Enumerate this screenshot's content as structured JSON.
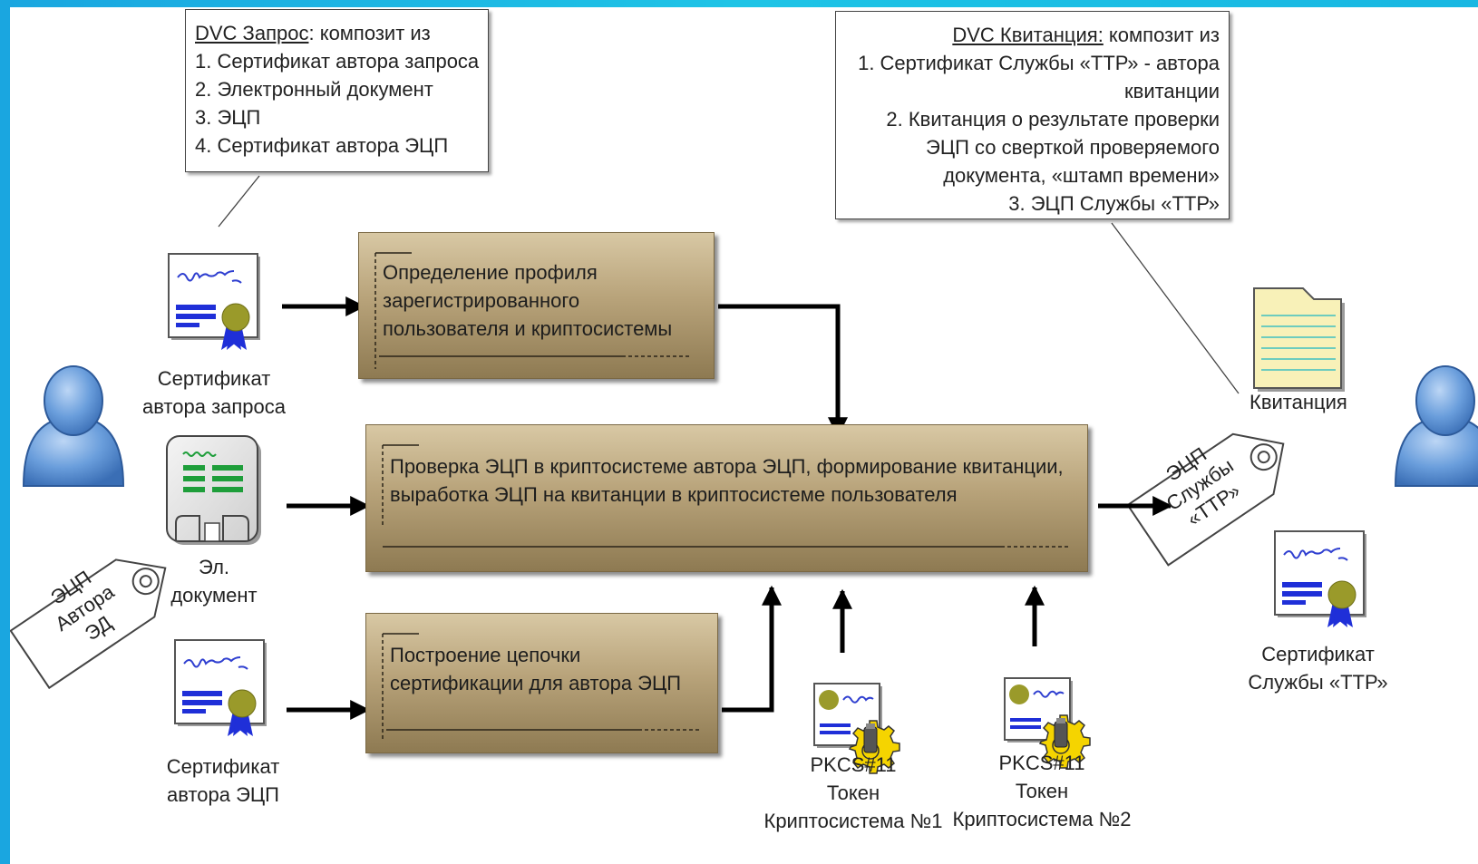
{
  "callout_left": {
    "title": "DVC Запрос",
    "title_suffix": ": композит из",
    "lines": [
      "1. Сертификат автора запроса",
      "2. Электронный документ",
      "3. ЭЦП",
      "4. Сертификат автора ЭЦП"
    ]
  },
  "callout_right": {
    "title": "DVC Квитанция:",
    "title_suffix": " композит из",
    "lines": [
      "1. Сертификат Службы «ТТР» - автора",
      "квитанции",
      "2. Квитанция о результате проверки",
      "ЭЦП со сверткой проверяемого",
      "документа, «штамп времени»",
      "3. ЭЦП Службы «ТТР»"
    ]
  },
  "processes": {
    "profile": [
      "Определение профиля",
      "зарегистрированного",
      "пользователя и криптосистемы"
    ],
    "verify": [
      "Проверка ЭЦП в криптосистеме автора ЭЦП, формирование квитанции,",
      "выработка ЭЦП на квитанции в криптосистеме пользователя"
    ],
    "chain": [
      "Построение цепочки",
      "сертификации для автора ЭЦП"
    ]
  },
  "labels": {
    "cert_request": [
      "Сертификат",
      "автора запроса"
    ],
    "el_doc": [
      "Эл.",
      "документ"
    ],
    "cert_signer": [
      "Сертификат",
      "автора ЭЦП"
    ],
    "receipt": "Квитанция",
    "cert_ttr": [
      "Сертификат",
      "Службы «ТТР»"
    ],
    "token1": [
      "PKCS#11",
      "Токен",
      "Криптосистема №1"
    ],
    "token2": [
      "PKCS#11",
      "Токен",
      "Криптосистема №2"
    ]
  },
  "tags": {
    "signer": [
      "ЭЦП",
      "Автора",
      "ЭД"
    ],
    "ttr": [
      "ЭЦП",
      "Службы",
      "«ТТР»"
    ]
  },
  "icons": [
    "person-icon",
    "certificate-icon",
    "document-icon",
    "receipt-icon",
    "signature-tag-icon",
    "token-icon"
  ],
  "colors": {
    "process_fill": "#b8a37a",
    "person_blue": "#5b8fd0",
    "seal_green": "#9a9a2a",
    "ribbon_blue": "#1f2fd8",
    "doc_green": "#1e9e3a",
    "receipt_yellow": "#f8f1b8",
    "gear_yellow": "#f5d400"
  }
}
